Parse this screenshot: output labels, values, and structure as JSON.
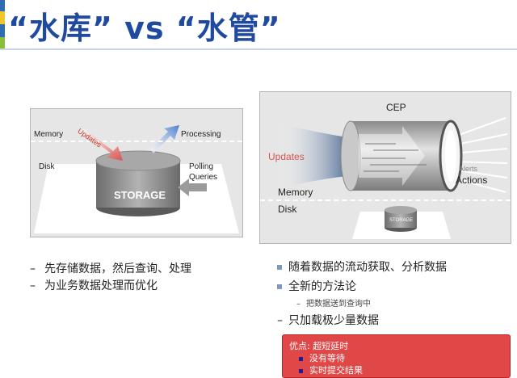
{
  "title": "“水库” vs “水管”",
  "left_diagram": {
    "memory": "Memory",
    "disk": "Disk",
    "updates": "Updates",
    "processing": "Processing",
    "polling": "Polling",
    "queries": "Queries",
    "storage": "STORAGE"
  },
  "right_diagram": {
    "cep": "CEP",
    "updates": "Updates",
    "actions": "Actions",
    "alerts": "Alerts",
    "memory": "Memory",
    "disk": "Disk",
    "storage": "STORAGE"
  },
  "left_bullets": [
    "先存储数据，然后查询、处理",
    "为业务数据处理而优化"
  ],
  "right_bullets": {
    "b1": "随着数据的流动获取、分析数据",
    "b2": "全新的方法论",
    "sub": "把数据送到查询中",
    "b3": "只加载极少量数据"
  },
  "advantage": {
    "title": "优点: 超短延时",
    "items": [
      "没有等待",
      "实时提交结果"
    ]
  },
  "colors": {
    "title": "#1f4aa0",
    "updates_arrow": "#d9534f",
    "processing_arrow": "#4a7fd0",
    "advantage_box": "#e04848"
  }
}
